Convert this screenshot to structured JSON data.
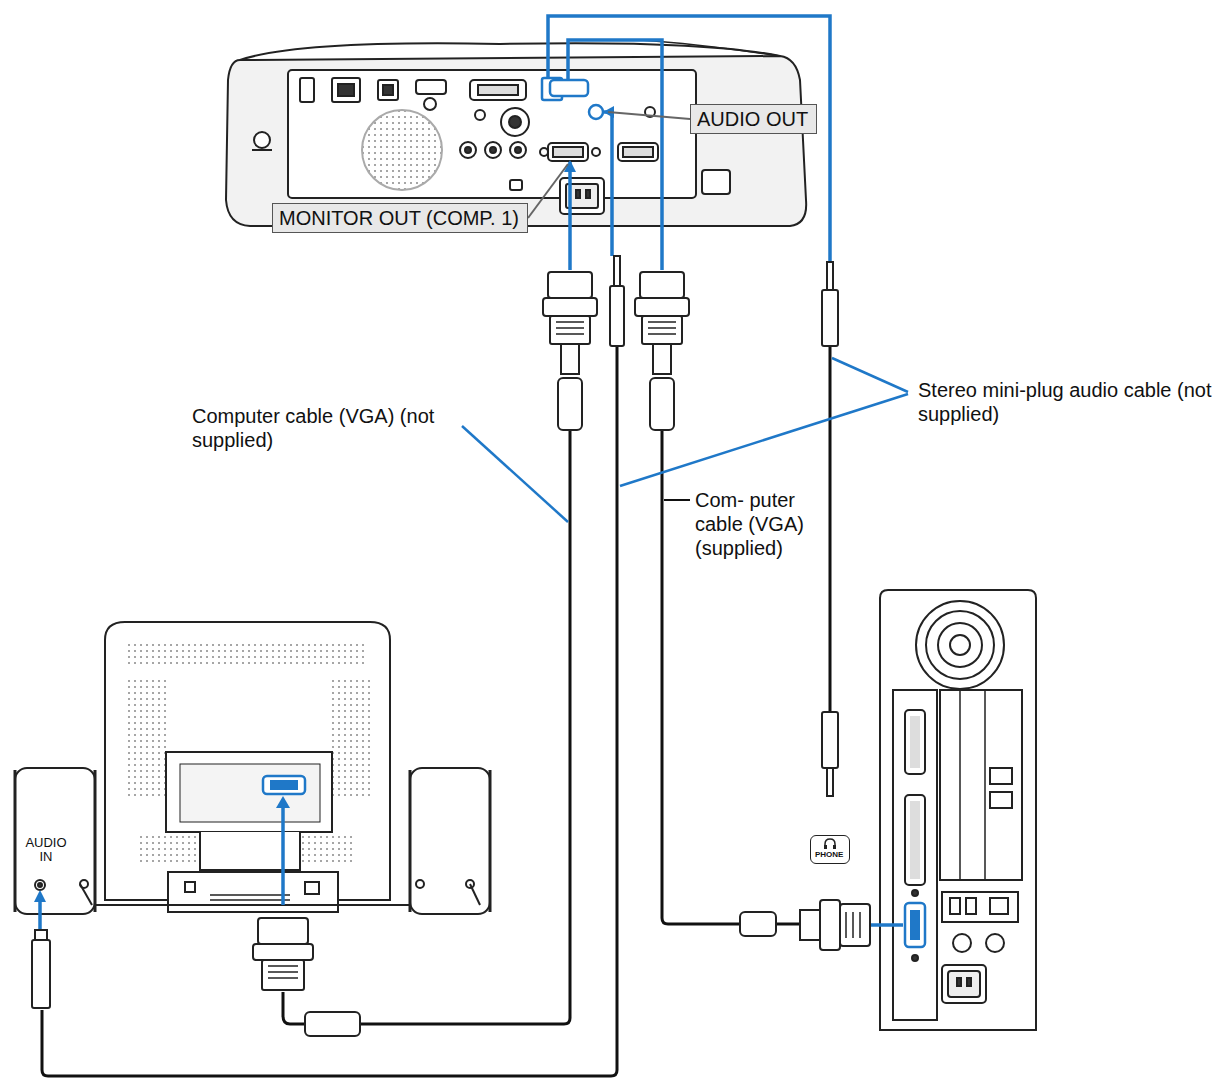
{
  "diagram": {
    "nodes": [
      {
        "text": [
          "AUDIO OUT"
        ]
      },
      {
        "text": [
          "MONITOR OUT (COMP. 1)"
        ]
      },
      {
        "text": [
          "PHONE"
        ]
      }
    ],
    "labels": [
      "Computer cable (VGA) (not supplied)",
      "Stereo mini-plug audio cable (not supplied)",
      "Com- puter cable (VGA) (supplied)",
      "AUDIO IN"
    ]
  }
}
